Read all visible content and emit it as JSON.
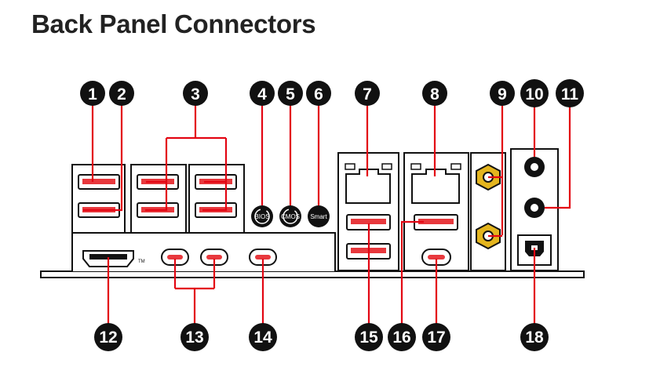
{
  "title": "Back Panel Connectors",
  "callouts": [
    "1",
    "2",
    "3",
    "4",
    "5",
    "6",
    "7",
    "8",
    "9",
    "10",
    "11",
    "12",
    "13",
    "14",
    "15",
    "16",
    "17",
    "18"
  ],
  "button_labels": {
    "bios": "BIOS",
    "clear": "CMOS",
    "smart": "Smart"
  },
  "hdmi_mark": "TM",
  "colors": {
    "callout": "#e30613",
    "port_red": "#e8383d",
    "ink": "#111111"
  }
}
